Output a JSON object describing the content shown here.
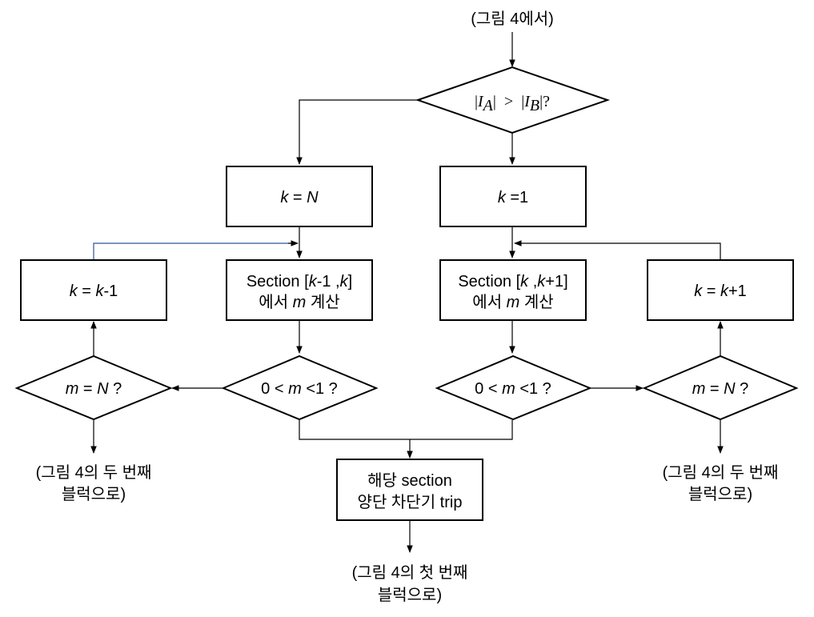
{
  "start_label": "(그림 4에서)",
  "decision_top": {
    "bar1": "|",
    "ia": "I",
    "ia_sub": "A",
    "bar2": "|",
    "gt": ">",
    "bar3": "|",
    "ib": "I",
    "ib_sub": "B",
    "bar4": "|",
    "q": "?"
  },
  "box_k_eq_n": {
    "k": "k",
    "eq": " = ",
    "n": "N"
  },
  "box_k_eq_1": {
    "k": "k",
    "eq": " =1"
  },
  "box_k_minus": {
    "k": "k",
    "eq": " = ",
    "k2": "k",
    "rest": "-1"
  },
  "box_k_plus": {
    "k": "k",
    "eq": " = ",
    "k2": "k",
    "rest": "+1"
  },
  "section_left": {
    "word": "Section",
    "open": " [",
    "k1": "k",
    "mid": "-1 ,",
    "k2": "k",
    "close": "]",
    "line2_a": "에서 ",
    "m": "m",
    "line2_b": " 계산"
  },
  "section_right": {
    "word": "Section",
    "open": " [",
    "k1": "k",
    "mid": " ,",
    "k2": "k",
    "close": "+1]",
    "line2_a": "에서 ",
    "m": "m",
    "line2_b": " 계산"
  },
  "dec_left_range": {
    "a": "0 < ",
    "m": "m",
    "b": " <1 ?"
  },
  "dec_right_range": {
    "a": "0 < ",
    "m": "m",
    "b": " <1 ?"
  },
  "dec_left_mn": {
    "m": "m",
    "eq": "  =  ",
    "n": "N",
    "q": " ?"
  },
  "dec_right_mn": {
    "m": "m",
    "eq": "  =  ",
    "n": "N",
    "q": " ?"
  },
  "trip_box": {
    "line1": "해당 section",
    "line2": "양단 차단기 trip"
  },
  "out_left": {
    "line1": "(그림 4의 두 번째",
    "line2": "블럭으로)"
  },
  "out_right": {
    "line1": "(그림 4의 두 번째",
    "line2": "블럭으로)"
  },
  "out_bottom": {
    "line1": "(그림 4의 첫 번째",
    "line2": "블럭으로)"
  }
}
